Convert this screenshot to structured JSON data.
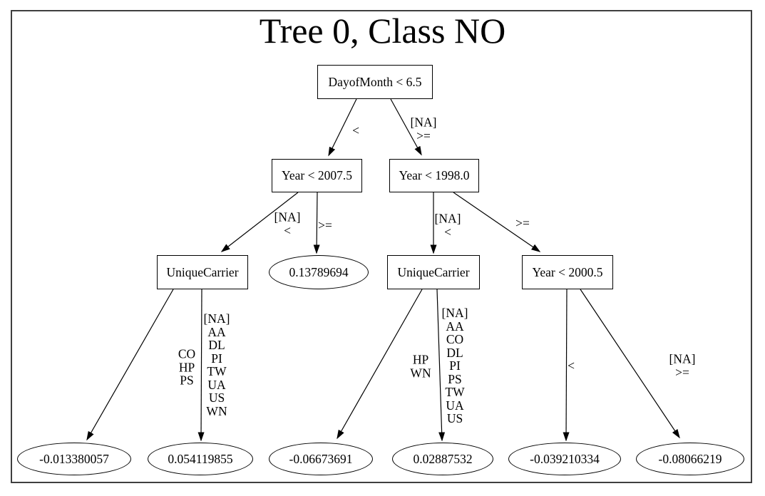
{
  "title": "Tree 0, Class NO",
  "diagram_type": "decision-tree",
  "colors": {
    "background": "#ffffff",
    "frame_border": "#3f3f3f",
    "node_stroke": "#000000",
    "text": "#000000"
  },
  "tree": {
    "nodes": [
      {
        "id": "root",
        "label": "DayofMonth < 6.5",
        "shape": "rect"
      },
      {
        "id": "year2007",
        "label": "Year < 2007.5",
        "shape": "rect"
      },
      {
        "id": "year1998",
        "label": "Year < 1998.0",
        "shape": "rect"
      },
      {
        "id": "uc1",
        "label": "UniqueCarrier",
        "shape": "rect"
      },
      {
        "id": "leafA",
        "label": "0.13789694",
        "shape": "ellipse"
      },
      {
        "id": "uc2",
        "label": "UniqueCarrier",
        "shape": "rect"
      },
      {
        "id": "year2000",
        "label": "Year < 2000.5",
        "shape": "rect"
      },
      {
        "id": "leaf1",
        "label": "-0.013380057",
        "shape": "ellipse"
      },
      {
        "id": "leaf2",
        "label": "0.054119855",
        "shape": "ellipse"
      },
      {
        "id": "leaf3",
        "label": "-0.06673691",
        "shape": "ellipse"
      },
      {
        "id": "leaf4",
        "label": "0.02887532",
        "shape": "ellipse"
      },
      {
        "id": "leaf5",
        "label": "-0.039210334",
        "shape": "ellipse"
      },
      {
        "id": "leaf6",
        "label": "-0.08066219",
        "shape": "ellipse"
      }
    ],
    "edges": [
      {
        "from": "root",
        "to": "year2007",
        "label": "<"
      },
      {
        "from": "root",
        "to": "year1998",
        "label": "[NA]\n>="
      },
      {
        "from": "year2007",
        "to": "uc1",
        "label": "[NA]\n<"
      },
      {
        "from": "year2007",
        "to": "leafA",
        "label": ">="
      },
      {
        "from": "year1998",
        "to": "uc2",
        "label": "[NA]\n<"
      },
      {
        "from": "year1998",
        "to": "year2000",
        "label": ">="
      },
      {
        "from": "uc1",
        "to": "leaf1",
        "label": "CO\nHP\nPS"
      },
      {
        "from": "uc1",
        "to": "leaf2",
        "label": "[NA]\nAA\nDL\nPI\nTW\nUA\nUS\nWN"
      },
      {
        "from": "uc2",
        "to": "leaf3",
        "label": "HP\nWN"
      },
      {
        "from": "uc2",
        "to": "leaf4",
        "label": "[NA]\nAA\nCO\nDL\nPI\nPS\nTW\nUA\nUS"
      },
      {
        "from": "year2000",
        "to": "leaf5",
        "label": "<"
      },
      {
        "from": "year2000",
        "to": "leaf6",
        "label": "[NA]\n>="
      }
    ]
  }
}
